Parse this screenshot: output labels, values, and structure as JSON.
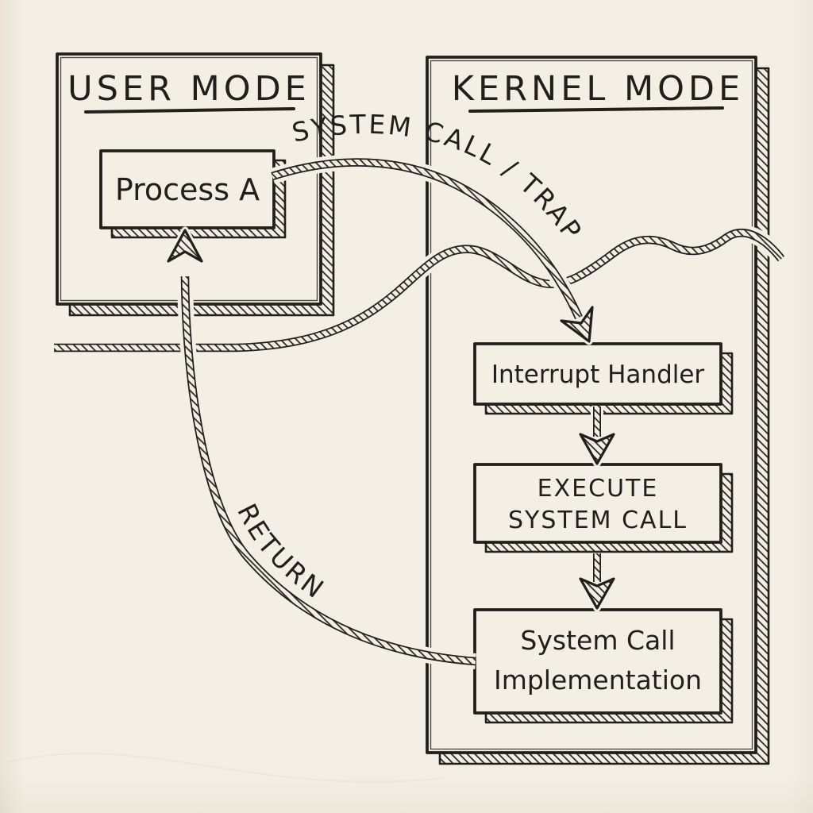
{
  "user_mode": {
    "title": "USER MODE",
    "process_box": {
      "label": "Process A"
    }
  },
  "kernel_mode": {
    "title": "KERNEL MODE",
    "interrupt_handler_box": {
      "label": "Interrupt Handler"
    },
    "execute_box": {
      "lines": [
        "EXECUTE",
        "SYSTEM CALL"
      ]
    },
    "implementation_box": {
      "lines": [
        "System Call",
        "Implementation"
      ]
    }
  },
  "arrows": {
    "system_call_trap_label": "SYSTEM CALL / TRAP",
    "return_label": "RETURN"
  },
  "colors": {
    "ink": "#211f1c",
    "paper": "#f3efe5"
  }
}
